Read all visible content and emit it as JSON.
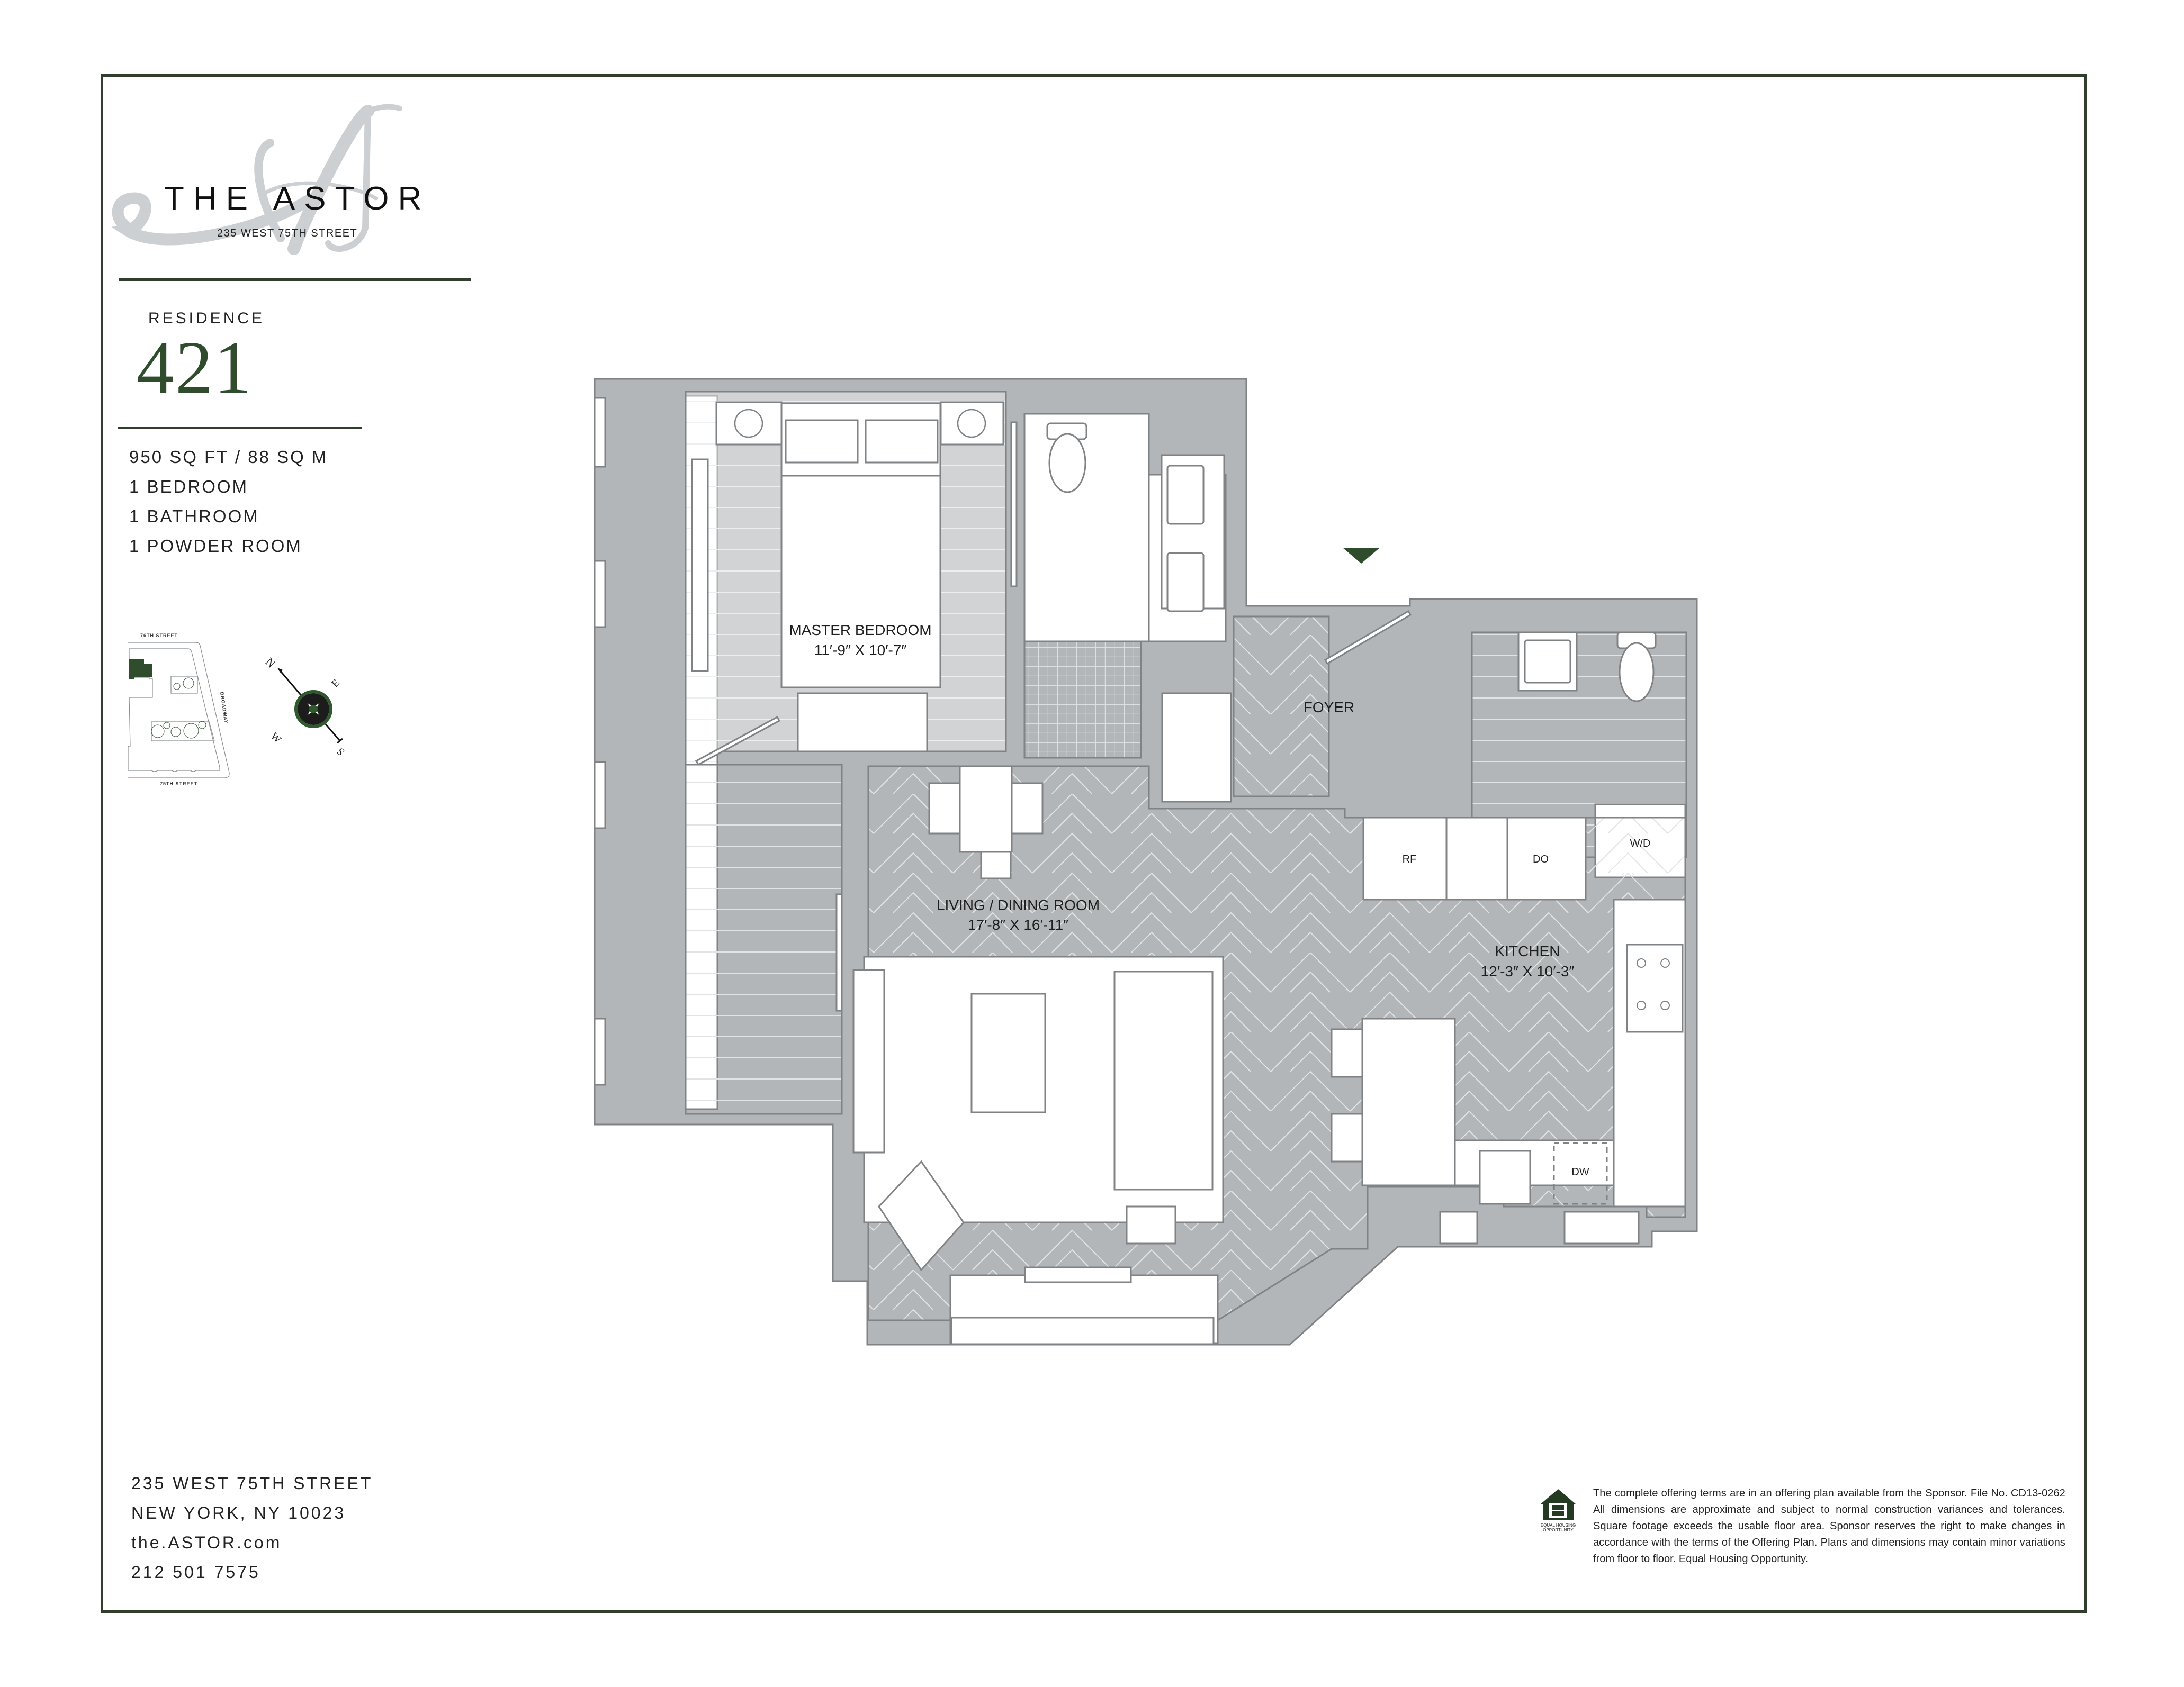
{
  "brand": {
    "name": "THE ASTOR",
    "address_line": "235 WEST 75TH STREET",
    "monogram": "A",
    "accent_color": "#2f4d2d",
    "frame_color": "#2f3f2c",
    "wall_color": "#b3b6b8"
  },
  "residence": {
    "label": "RESIDENCE",
    "number": "421",
    "stats": [
      "950 SQ FT / 88 SQ M",
      "1 BEDROOM",
      "1 BATHROOM",
      "1 POWDER ROOM"
    ]
  },
  "keyplan": {
    "top_street": "76TH STREET",
    "bottom_street": "75TH STREET",
    "side_street": "BROADWAY",
    "icon": "site-key-plan"
  },
  "compass": {
    "icon": "compass-rose-icon",
    "labels": {
      "n": "N",
      "e": "E",
      "s": "S",
      "w": "W"
    }
  },
  "floorplan": {
    "entry_marker_icon": "entry-triangle-icon",
    "rooms": [
      {
        "name": "MASTER BEDROOM",
        "dims": "11′-9″ X 10′-7″"
      },
      {
        "name": "FOYER",
        "dims": ""
      },
      {
        "name": "LIVING / DINING ROOM",
        "dims": "17′-8″ X 16′-11″"
      },
      {
        "name": "KITCHEN",
        "dims": "12′-3″ X 10′-3″"
      }
    ],
    "appliances": {
      "refrigerator": "RF",
      "double_oven": "DO",
      "washer_dryer": "W/D",
      "dishwasher": "DW"
    }
  },
  "contact": {
    "lines": [
      "235 WEST 75TH STREET",
      "NEW YORK, NY 10023",
      "the.ASTOR.com",
      "212 501 7575"
    ]
  },
  "legal": {
    "eho_caption_1": "EQUAL HOUSING",
    "eho_caption_2": "OPPORTUNITY",
    "disclaimer": "The complete offering terms are in an offering plan available from the Sponsor. File No. CD13-0262 All dimensions are approximate and subject to normal construction variances and tolerances. Square footage exceeds the usable floor area. Sponsor reserves the right to make changes in accordance with the terms of the Offering Plan. Plans and dimensions may contain minor variations from floor to floor. Equal Housing Opportunity."
  }
}
